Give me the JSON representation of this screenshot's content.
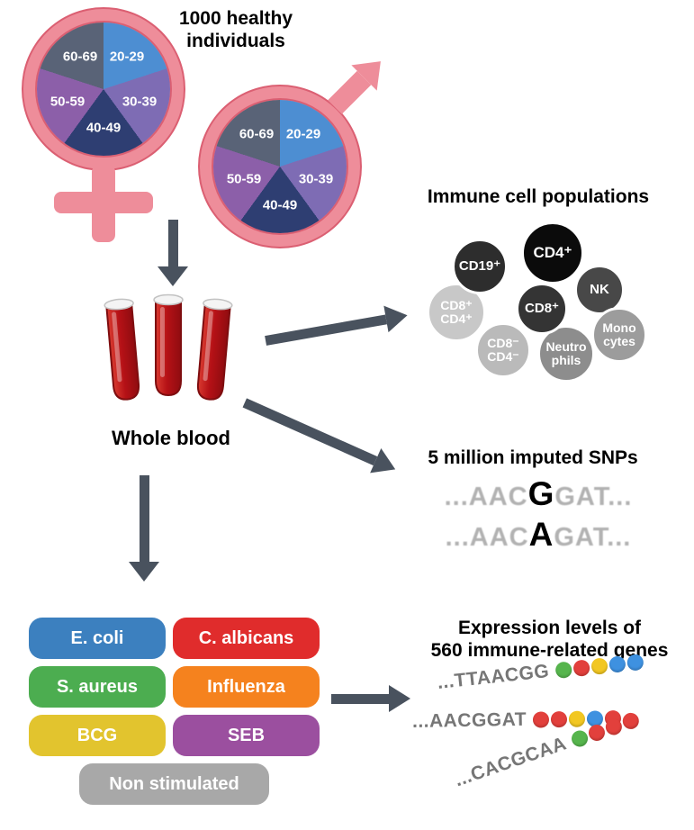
{
  "title": {
    "line1": "1000 healthy",
    "line2": "individuals"
  },
  "age_pie": {
    "slices": [
      {
        "label": "20-29",
        "color": "#4d8ed2"
      },
      {
        "label": "30-39",
        "color": "#7e6cb4"
      },
      {
        "label": "40-49",
        "color": "#2e3e72"
      },
      {
        "label": "50-59",
        "color": "#8c5fa9"
      },
      {
        "label": "60-69",
        "color": "#596377"
      }
    ]
  },
  "symbols": {
    "pink": "#ee8d9a"
  },
  "blood": {
    "label": "Whole blood"
  },
  "immune": {
    "heading": "Immune cell populations",
    "cells": [
      {
        "label": "CD19⁺",
        "color": "#2d2d2d"
      },
      {
        "label": "CD4⁺",
        "color": "#0b0b0b"
      },
      {
        "label": "NK",
        "color": "#484848"
      },
      {
        "label": "CD8⁺",
        "color": "#343434"
      },
      {
        "label": "CD8⁺\nCD4⁺",
        "color": "#c8c8c8"
      },
      {
        "label": "Mono\ncytes",
        "color": "#9c9c9c"
      },
      {
        "label": "CD8⁻\nCD4⁻",
        "color": "#bababa"
      },
      {
        "label": "Neutro\nphils",
        "color": "#8d8d8d"
      }
    ]
  },
  "snps": {
    "heading": "5 million imputed SNPs",
    "sequences": [
      {
        "pre": "...AAC",
        "variant": "G",
        "post": "GAT..."
      },
      {
        "pre": "...AAC",
        "variant": "A",
        "post": "GAT..."
      }
    ]
  },
  "stimuli": {
    "items": [
      {
        "label": "E. coli",
        "color": "#3c80bf"
      },
      {
        "label": "C. albicans",
        "color": "#e02c2c"
      },
      {
        "label": "S. aureus",
        "color": "#4cad50"
      },
      {
        "label": "Influenza",
        "color": "#f5821e"
      },
      {
        "label": "BCG",
        "color": "#e2c42e"
      },
      {
        "label": "SEB",
        "color": "#9b4f9f"
      },
      {
        "label": "Non stimulated",
        "color": "#a8a8a8"
      }
    ]
  },
  "expression": {
    "heading_line1": "Expression levels of",
    "heading_line2": "560 immune-related genes",
    "reads": [
      {
        "seq": "...TTAACGG",
        "dots": [
          "#56b54d",
          "#e2403c",
          "#f2c722",
          "#3e91e0",
          "#3e91e0"
        ]
      },
      {
        "seq": "...AACGGAT",
        "dots": [
          "#e2403c",
          "#e2403c",
          "#f2c722",
          "#3e91e0",
          "#e2403c"
        ]
      },
      {
        "seq": "...CACGCAA",
        "dots": [
          "#56b54d",
          "#e2403c",
          "#e2403c",
          "#e2403c"
        ]
      }
    ]
  }
}
